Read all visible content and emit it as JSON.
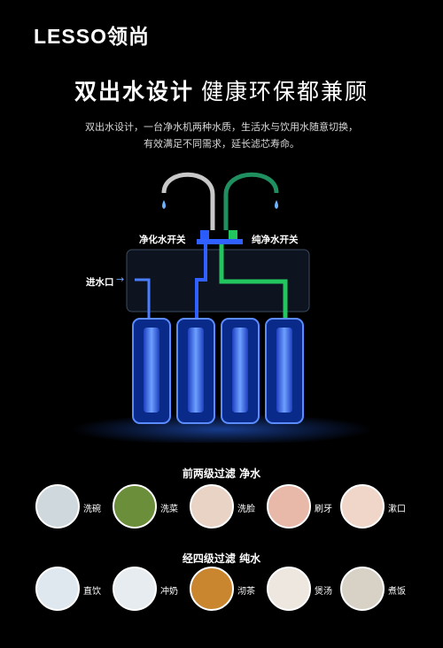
{
  "brand": {
    "name": "LESSO领尚"
  },
  "headline": {
    "main": "双出水设计",
    "sub": "健康环保都兼顾"
  },
  "description": {
    "line1": "双出水设计，一台净水机两种水质，生活水与饮用水随意切换，",
    "line2": "有效满足不同需求，延长滤芯寿命。"
  },
  "labels": {
    "purified_switch": "净化水开关",
    "pure_switch": "纯净水开关",
    "inlet": "进水口"
  },
  "sections": [
    {
      "title": "前两级过滤  净水",
      "items": [
        {
          "label": "洗碗",
          "icon": "washing-dishes-photo",
          "color": "#cfd8dc"
        },
        {
          "label": "洗菜",
          "icon": "washing-vegetables-photo",
          "color": "#6b8e3a"
        },
        {
          "label": "洗脸",
          "icon": "washing-face-photo",
          "color": "#e9d3c5"
        },
        {
          "label": "刷牙",
          "icon": "brushing-teeth-photo",
          "color": "#e8b8a8"
        },
        {
          "label": "漱口",
          "icon": "rinsing-mouth-photo",
          "color": "#f0d6c8"
        }
      ]
    },
    {
      "title": "经四级过滤  纯水",
      "items": [
        {
          "label": "直饮",
          "icon": "drinking-water-photo",
          "color": "#dfe8ee"
        },
        {
          "label": "冲奶",
          "icon": "making-milk-photo",
          "color": "#e6ecef"
        },
        {
          "label": "沏茶",
          "icon": "making-tea-photo",
          "color": "#c9862e"
        },
        {
          "label": "煲汤",
          "icon": "making-soup-photo",
          "color": "#eee7df"
        },
        {
          "label": "煮饭",
          "icon": "cooking-rice-photo",
          "color": "#d8d2c6"
        }
      ]
    }
  ],
  "colors": {
    "background": "#000000",
    "filter_blue": "#2a6cff",
    "pure_green": "#22c55e",
    "tap_silver": "#c8c8c8",
    "tap_green": "#1f8f5f"
  }
}
